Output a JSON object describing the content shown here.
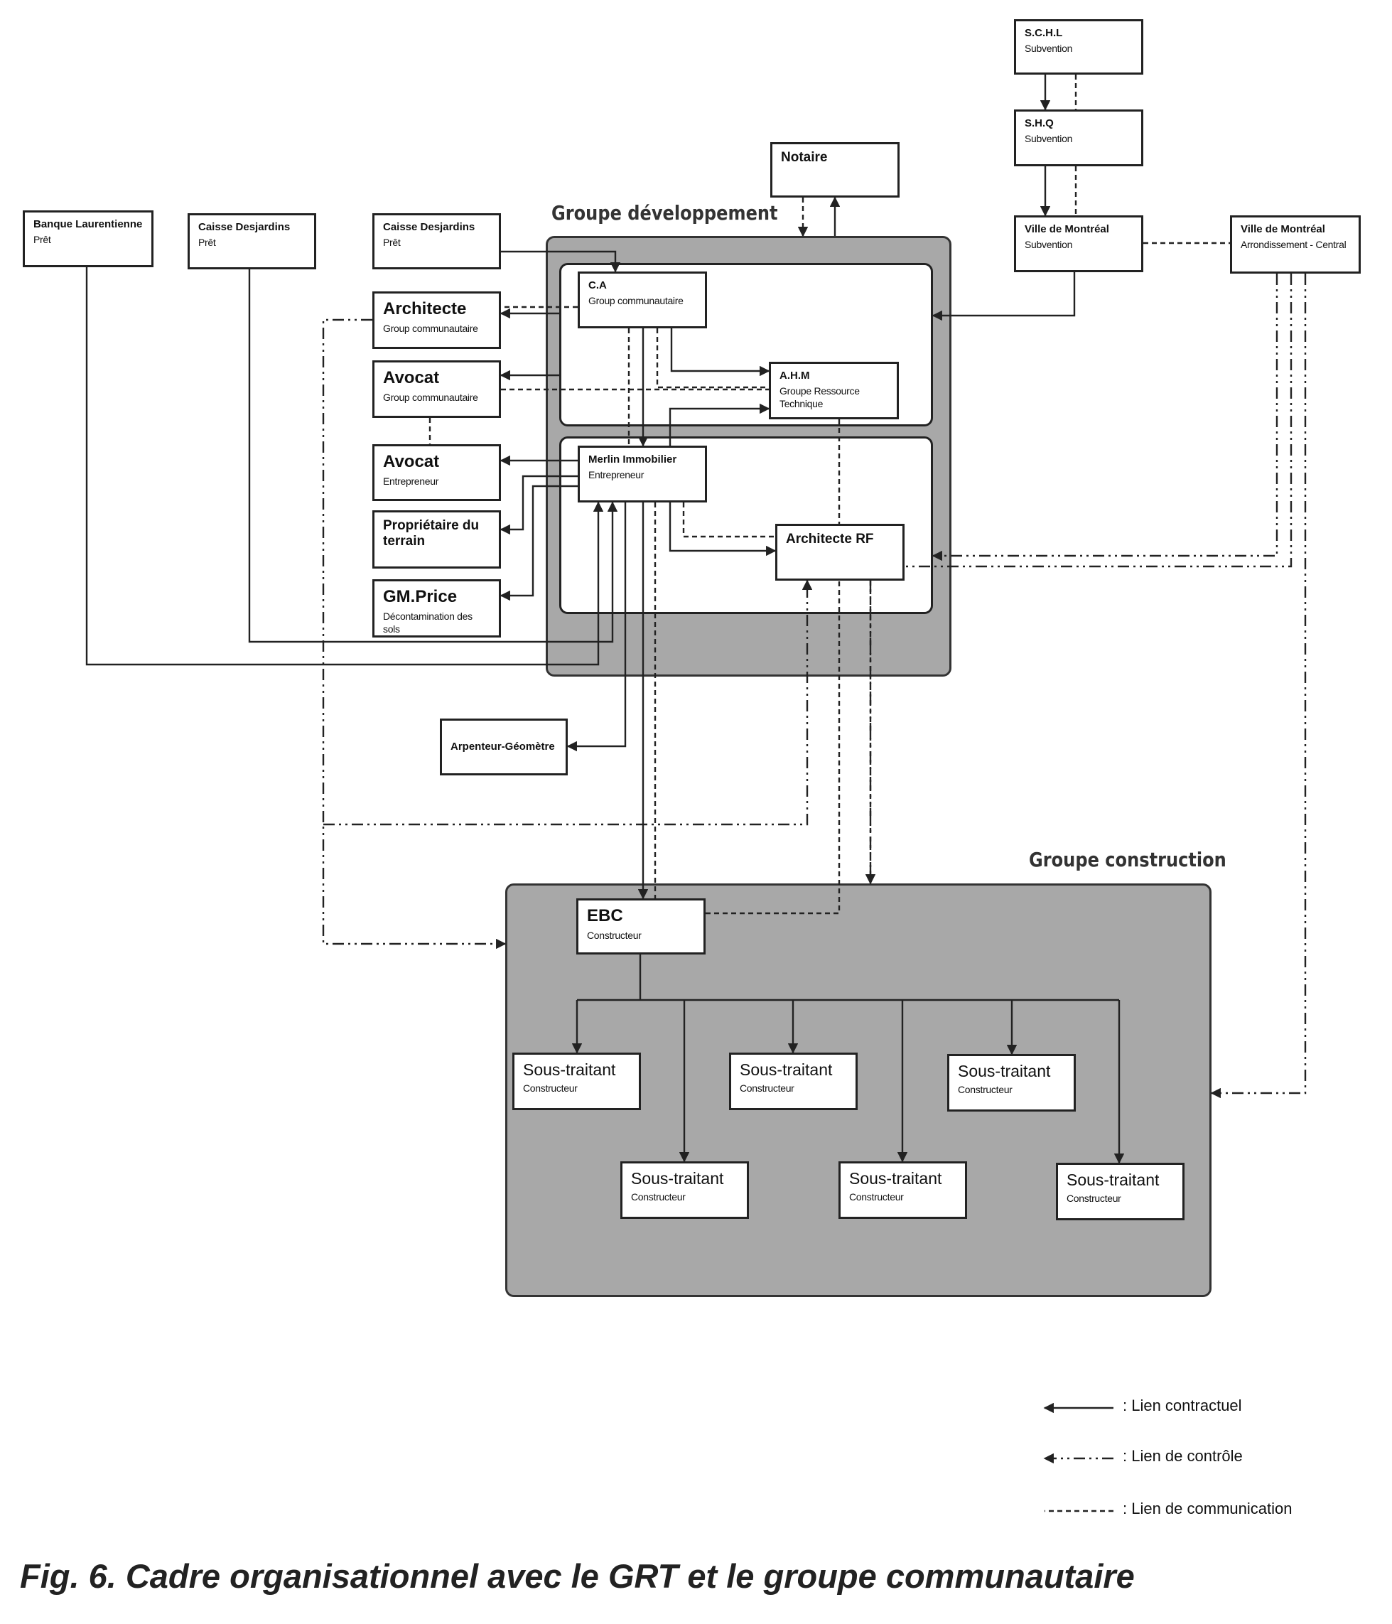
{
  "groups": {
    "developpement": "Groupe développement",
    "construction": "Groupe construction"
  },
  "nodes": {
    "schl": {
      "title": "S.C.H.L",
      "subtitle": "Subvention"
    },
    "shq": {
      "title": "S.H.Q",
      "subtitle": "Subvention"
    },
    "notaire": {
      "title": "Notaire"
    },
    "ville_montreal": {
      "title": "Ville de Montréal",
      "subtitle": "Subvention"
    },
    "ville_montreal_arr": {
      "title": "Ville de Montréal",
      "subtitle": "Arrondissement - Central"
    },
    "banque_laurentienne": {
      "title": "Banque Laurentienne",
      "subtitle": "Prêt"
    },
    "caisse_desjardins_1": {
      "title": "Caisse Desjardins",
      "subtitle": "Prêt"
    },
    "caisse_desjardins_2": {
      "title": "Caisse Desjardins",
      "subtitle": "Prêt"
    },
    "ca": {
      "title": "C.A",
      "subtitle": "Group communautaire"
    },
    "architecte_gc": {
      "title": "Architecte",
      "subtitle": "Group communautaire"
    },
    "avocat_gc": {
      "title": "Avocat",
      "subtitle": "Group communautaire"
    },
    "ahm": {
      "title": "A.H.M",
      "subtitle": "Groupe Ressource Technique"
    },
    "avocat_ent": {
      "title": "Avocat",
      "subtitle": "Entrepreneur"
    },
    "merlin": {
      "title": "Merlin Immobilier",
      "subtitle": "Entrepreneur"
    },
    "proprietaire": {
      "title": "Propriétaire du terrain"
    },
    "architecte_rf": {
      "title": "Architecte RF"
    },
    "gm_price": {
      "title": "GM.Price",
      "subtitle": "Décontamination des sols"
    },
    "arpenteur": {
      "title": "Arpenteur-Géomètre"
    },
    "ebc": {
      "title": "EBC",
      "subtitle": "Constructeur"
    },
    "st1": {
      "title": "Sous-traitant",
      "subtitle": "Constructeur"
    },
    "st2": {
      "title": "Sous-traitant",
      "subtitle": "Constructeur"
    },
    "st3": {
      "title": "Sous-traitant",
      "subtitle": "Constructeur"
    },
    "st4": {
      "title": "Sous-traitant",
      "subtitle": "Constructeur"
    },
    "st5": {
      "title": "Sous-traitant",
      "subtitle": "Constructeur"
    },
    "st6": {
      "title": "Sous-traitant",
      "subtitle": "Constructeur"
    }
  },
  "legend": {
    "contractuel": ": Lien contractuel",
    "controle": ": Lien de contrôle",
    "communication": ": Lien de communication"
  },
  "caption": "Fig. 6. Cadre organisationnel avec le GRT et le groupe communautaire"
}
